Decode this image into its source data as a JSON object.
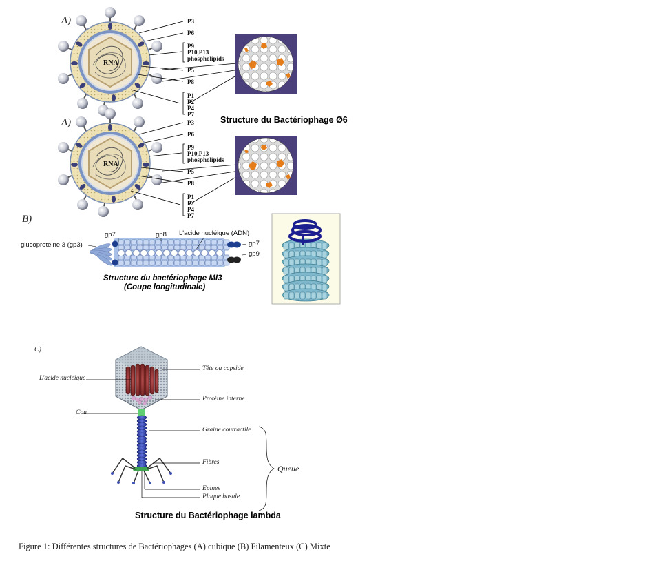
{
  "phi6": {
    "panel_label": "A)",
    "rna_label": "RNA",
    "labels": {
      "p3": "P3",
      "p6": "P6",
      "p9": "P9",
      "p10": "P10,P13",
      "phospho": "phospholipids",
      "p5": "P5",
      "p8": "P8",
      "p1": "P1",
      "p2": "P2",
      "p4": "P4",
      "p7": "P7"
    },
    "title": "Structure du Bactériophage Ø6"
  },
  "m13": {
    "panel_label": "B)",
    "labels": {
      "gp7_left": "gp7",
      "gp8": "gp8",
      "adn": "L'acide nucléique (ADN)",
      "gp3": "glucoprotéine 3 (gp3)",
      "gp7_right": "gp7",
      "gp9": "gp9"
    },
    "title": "Structure du bactériophage MI3",
    "subtitle": "(Coupe longitudinale)"
  },
  "lambda": {
    "panel_label": "C)",
    "labels": {
      "nucleic": "L'acide nucléique",
      "cou": "Cou",
      "tete": "Tête ou capside",
      "proteine": "Protéine interne",
      "graine": "Graine coutractile",
      "fibres": "Fibres",
      "epines": "Epines",
      "plaque": "Plaque basale",
      "queue": "Queue"
    },
    "title": "Structure du Bactériophage lambda"
  },
  "caption": "Figure 1: Différentes structures de Bactériophages (A) cubique (B) Filamenteux  (C) Mixte"
}
